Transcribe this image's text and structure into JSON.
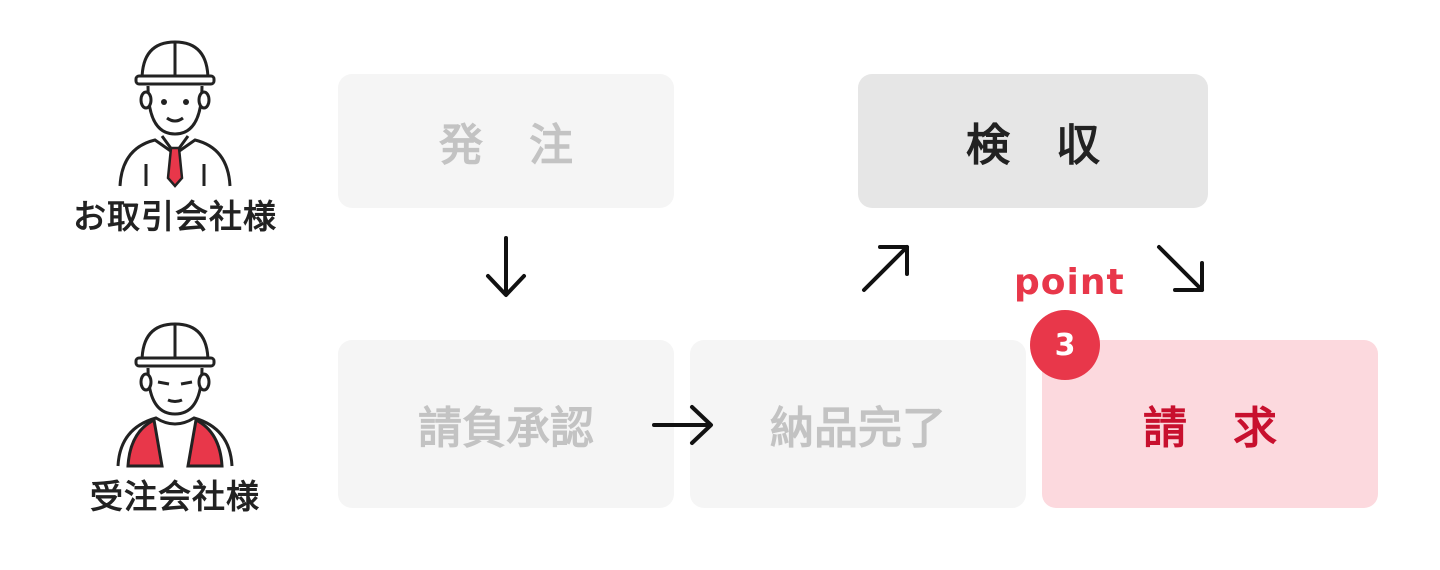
{
  "actors": {
    "client": {
      "label": "お取引会社様",
      "icon": "worker-suit-icon"
    },
    "vendor": {
      "label": "受注会社様",
      "icon": "worker-vest-icon"
    }
  },
  "steps": {
    "order": "発注",
    "inspect": "検収",
    "approve": "請負承認",
    "deliver": "納品完了",
    "invoice": "請求"
  },
  "point": {
    "label": "point",
    "number": "3"
  },
  "colors": {
    "accent": "#e8374a",
    "invoice_bg": "#fcd9de",
    "invoice_text": "#c8102e",
    "inactive_bg": "#f5f5f5",
    "inactive_text": "#c3c3c3",
    "active_bg": "#e6e6e6"
  }
}
